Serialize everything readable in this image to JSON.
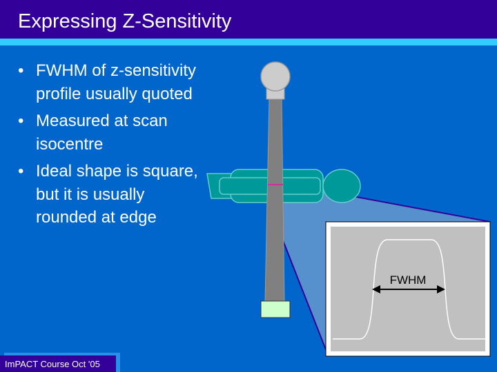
{
  "slide": {
    "title": "Expressing Z-Sensitivity",
    "bullets": [
      {
        "symbol": "•",
        "text": "FWHM of z-sensitivity profile usually quoted"
      },
      {
        "symbol": "•",
        "text": "Measured at scan isocentre"
      },
      {
        "symbol": "•",
        "text": "Ideal shape is square, but it is usually rounded at edge"
      }
    ],
    "footer": "ImPACT Course Oct '05"
  },
  "figure": {
    "fwhm_label": "FWHM"
  },
  "colors": {
    "background": "#0066cc",
    "title_bar": "#330099",
    "accent_stripe": "#33ccff",
    "patient_teal": "#009999",
    "beam_gray": "#808080",
    "plot_background": "#c0c0c0"
  }
}
